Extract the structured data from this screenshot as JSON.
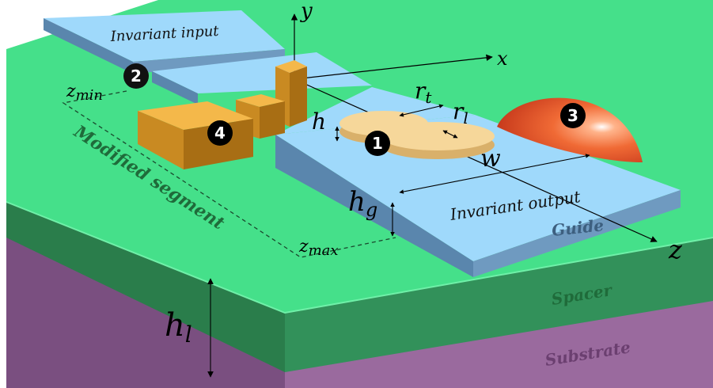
{
  "labels": {
    "invariant_input": "Invariant input",
    "invariant_output": "Invariant output",
    "modified_segment": "Modified segment",
    "guide": "Guide",
    "spacer": "Spacer",
    "substrate": "Substrate",
    "axis_x": "x",
    "axis_y": "y",
    "axis_z": "z",
    "z_min": "z",
    "z_min_sub": "min",
    "z_max": "z",
    "z_max_sub": "max",
    "h": "h",
    "h_g": "h",
    "h_g_sub": "g",
    "h_l": "h",
    "h_l_sub": "l",
    "r_t": "r",
    "r_t_sub": "t",
    "r_l": "r",
    "r_l_sub": "l",
    "w": "w"
  },
  "badges": {
    "one": "1",
    "two": "2",
    "three": "3",
    "four": "4"
  },
  "colors": {
    "spacer_top": "#45e08a",
    "spacer_side": "#2e8a55",
    "substrate": "#9a6a9e",
    "guide_top": "#9fd9fb",
    "guide_side": "#5a86ad",
    "block_top": "#f4b84a",
    "block_side": "#b87a1a",
    "disk_top": "#f6d79a",
    "disk_side": "#d9b06a",
    "dome": "#e8542a"
  }
}
